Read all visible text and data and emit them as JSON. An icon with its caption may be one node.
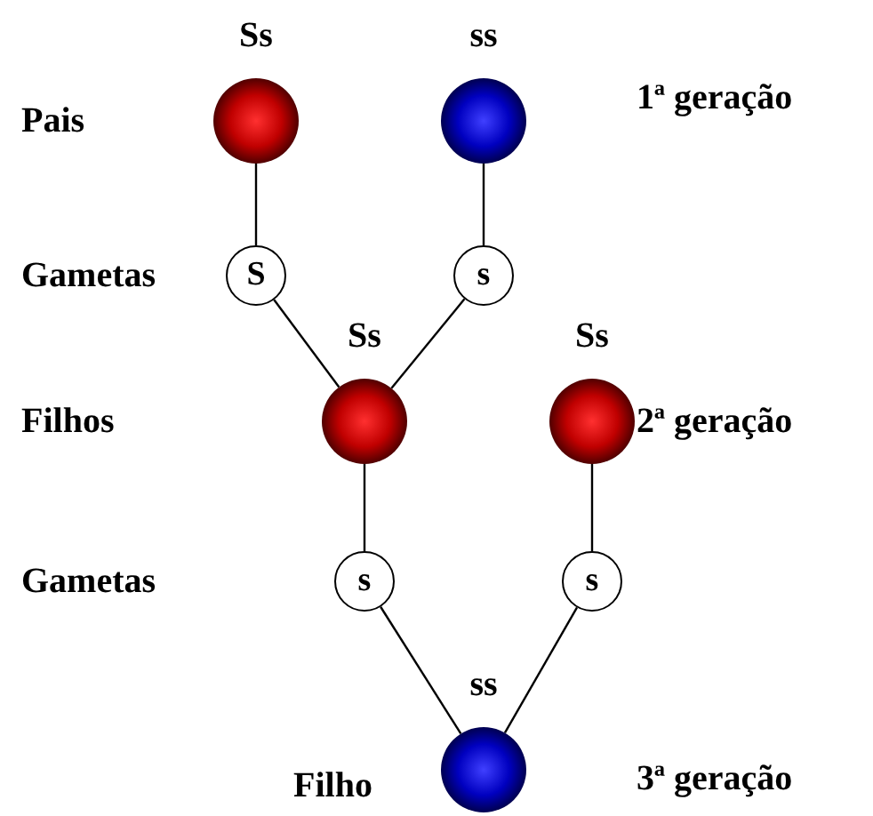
{
  "diagram": {
    "nodes": [
      {
        "text": [],
        "shape": "circle",
        "beside": [
          "Ss"
        ]
      },
      {
        "text": [],
        "shape": "circle",
        "beside": [
          "ss"
        ]
      },
      {
        "text": [
          "S"
        ]
      },
      {
        "text": [
          "s"
        ]
      },
      {
        "text": [],
        "shape": "circle",
        "beside": [
          "Ss"
        ]
      },
      {
        "text": [],
        "shape": "circle",
        "beside": [
          "Ss"
        ]
      },
      {
        "text": [
          "s"
        ]
      },
      {
        "text": [
          "s"
        ]
      },
      {
        "text": [],
        "shape": "circle",
        "beside": [
          "ss"
        ]
      }
    ],
    "edges": [
      {
        "from": 0,
        "to": 2,
        "arrow": "none"
      },
      {
        "from": 1,
        "to": 3,
        "arrow": "none"
      },
      {
        "from": 2,
        "to": 4,
        "arrow": "none"
      },
      {
        "from": 3,
        "to": 4,
        "arrow": "none"
      },
      {
        "from": 4,
        "to": 6,
        "arrow": "none"
      },
      {
        "from": 5,
        "to": 7,
        "arrow": "none"
      },
      {
        "from": 6,
        "to": 8,
        "arrow": "none"
      },
      {
        "from": 7,
        "to": 8,
        "arrow": "none"
      }
    ],
    "labels": [
      "1ª geração",
      "Pais",
      "Gametas",
      "2ª geração",
      "Filhos",
      "Gametas",
      "Filho",
      "3ª geração"
    ]
  }
}
